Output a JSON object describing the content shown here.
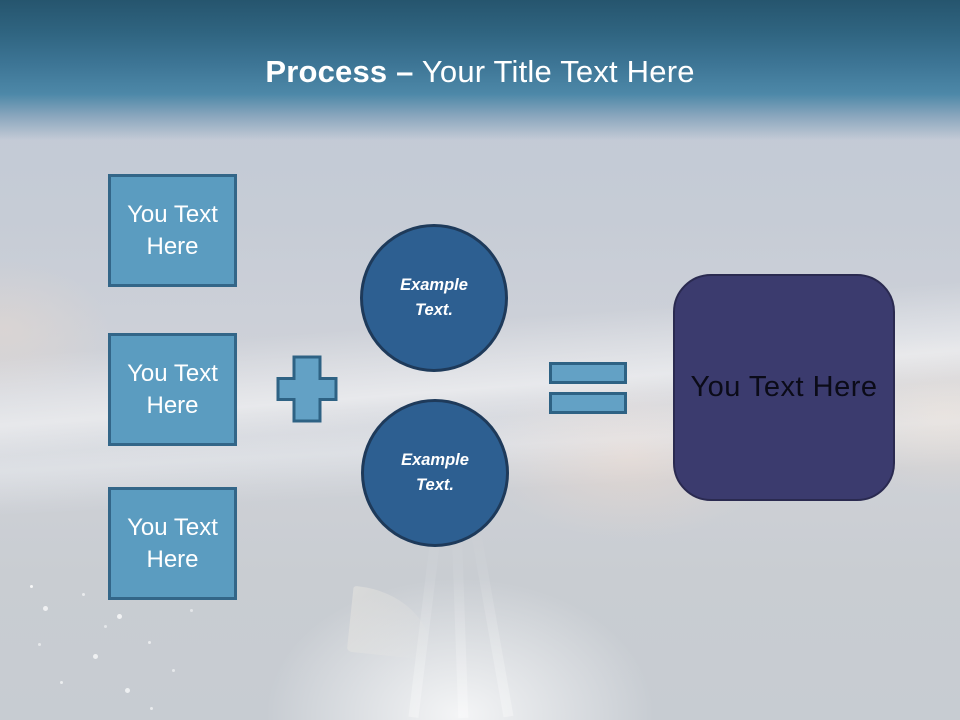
{
  "slide": {
    "title_bold": "Process –",
    "title_regular": " Your Title Text Here"
  },
  "diagram": {
    "input_boxes": [
      {
        "label": "You Text Here"
      },
      {
        "label": "You Text Here"
      },
      {
        "label": "You Text Here"
      }
    ],
    "example_circles": [
      {
        "label": "Example Text."
      },
      {
        "label": "Example Text."
      }
    ],
    "result_box": {
      "label": "You Text Here"
    },
    "icons": {
      "plus": "plus-icon",
      "equals": "equals-icon"
    }
  },
  "colors": {
    "header-top": "#26556e",
    "header-mid": "#3d7595",
    "header-bottom": "#4d88a8",
    "title-text": "#ffffff",
    "box-fill": "#5b9cc0",
    "box-border": "#336688",
    "circle-fill": "#2d5f91",
    "circle-border": "#1e3a5a",
    "operator-fill": "#63a1c5",
    "operator-border": "#2e6284",
    "result-fill": "#3b3b6e",
    "result-border": "#2a2a50",
    "result-text": "#0b0b18"
  }
}
